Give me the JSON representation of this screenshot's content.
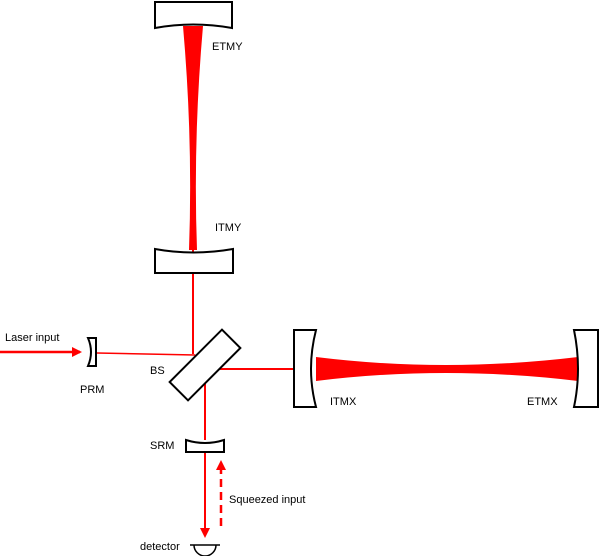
{
  "labels": {
    "etmy": "ETMY",
    "itmy": "ITMY",
    "laser_input": "Laser input",
    "prm": "PRM",
    "bs": "BS",
    "itmx": "ITMX",
    "etmx": "ETMX",
    "srm": "SRM",
    "squeezed_input": "Squeezed input",
    "detector": "detector"
  },
  "colors": {
    "beam": "#ff0000",
    "outline": "#000000",
    "background": "#ffffff"
  }
}
